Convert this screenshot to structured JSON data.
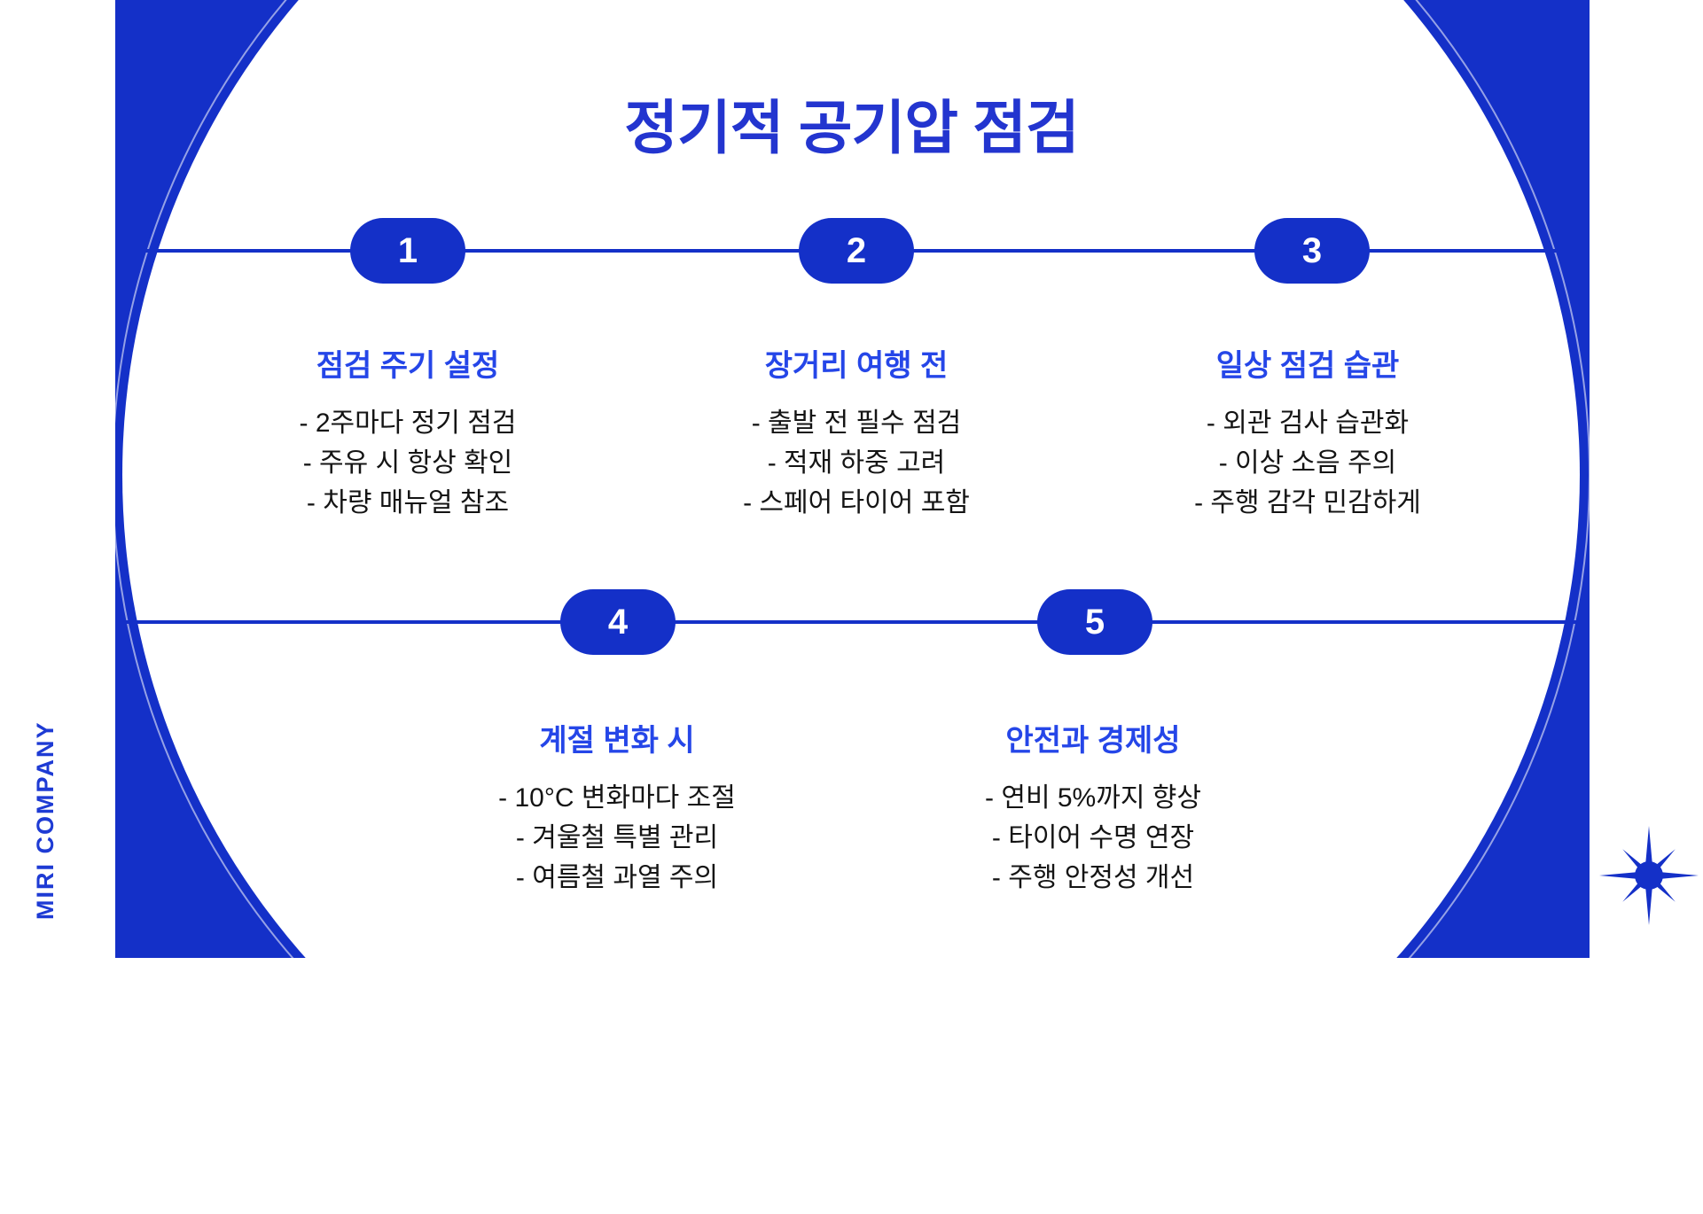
{
  "title": "정기적 공기압 점검",
  "brand": "MIRI COMPANY",
  "colors": {
    "frame_blue": "#1430c8",
    "title_blue": "#2335cf",
    "heading_blue": "#2546e8",
    "body_text": "#141414",
    "background": "#ffffff"
  },
  "icons": {
    "sparkle": "sparkle-icon"
  },
  "steps": [
    {
      "number": "1",
      "title": "점검 주기 설정",
      "items": [
        "- 2주마다 정기 점검",
        "- 주유 시 항상 확인",
        "- 차량 매뉴얼 참조"
      ]
    },
    {
      "number": "2",
      "title": "장거리 여행 전",
      "items": [
        "- 출발 전 필수 점검",
        "- 적재 하중 고려",
        "- 스페어 타이어 포함"
      ]
    },
    {
      "number": "3",
      "title": "일상 점검 습관",
      "items": [
        "- 외관 검사 습관화",
        "- 이상 소음 주의",
        "- 주행 감각 민감하게"
      ]
    },
    {
      "number": "4",
      "title": "계절 변화 시",
      "items": [
        "- 10°C 변화마다 조절",
        "- 겨울철 특별 관리",
        "- 여름철 과열 주의"
      ]
    },
    {
      "number": "5",
      "title": "안전과 경제성",
      "items": [
        "- 연비 5%까지 향상",
        "- 타이어 수명 연장",
        "- 주행 안정성 개선"
      ]
    }
  ]
}
